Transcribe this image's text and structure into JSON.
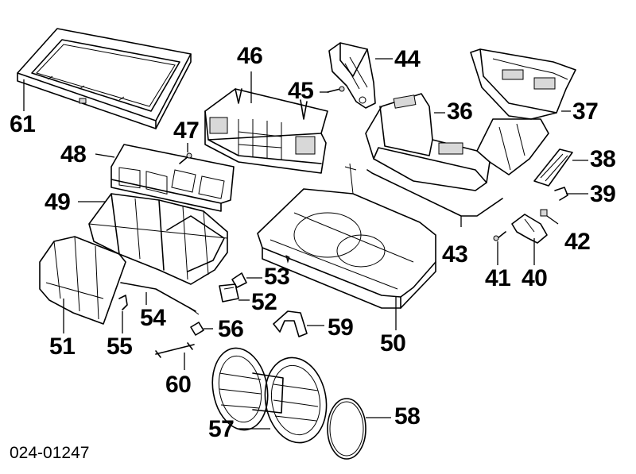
{
  "diagram_code": "024-01247",
  "callouts": {
    "c36": "36",
    "c37": "37",
    "c38": "38",
    "c39": "39",
    "c40": "40",
    "c41": "41",
    "c42": "42",
    "c43": "43",
    "c44": "44",
    "c45": "45",
    "c46": "46",
    "c47": "47",
    "c48": "48",
    "c49": "49",
    "c50": "50",
    "c51": "51",
    "c52": "52",
    "c53": "53",
    "c54": "54",
    "c55": "55",
    "c56": "56",
    "c57": "57",
    "c58": "58",
    "c59": "59",
    "c60": "60",
    "c61": "61"
  }
}
